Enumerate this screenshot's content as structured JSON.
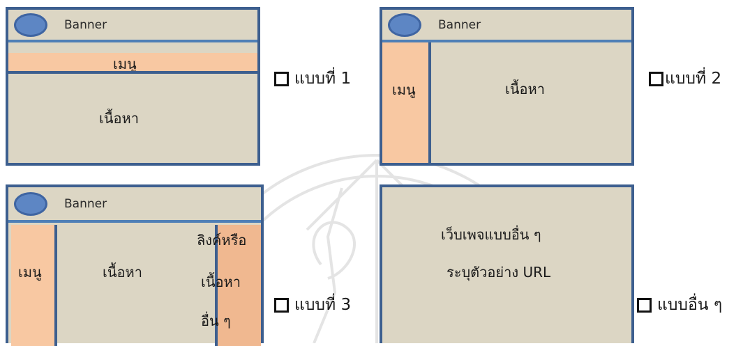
{
  "layouts": {
    "banner_label": "Banner",
    "menu_label": "เมนู",
    "content_label": "เนื้อหา",
    "links_line1": "ลิงค์หรือ",
    "links_line2": "เนื้อหา",
    "links_line3": "อื่น ๆ",
    "other_line1": "เว็บเพจแบบอื่น ๆ",
    "other_line2": "ระบุตัวอย่าง URL"
  },
  "options": [
    {
      "label": "แบบที่ 1",
      "checked": false
    },
    {
      "label": "แบบที่ 2",
      "checked": false
    },
    {
      "label": "แบบที่ 3",
      "checked": false
    },
    {
      "label": "แบบอื่น ๆ",
      "checked": false
    }
  ],
  "colors": {
    "box_fill": "#dcd6c4",
    "box_border": "#3d5f8f",
    "menu_fill": "#f8c8a2",
    "logo_fill": "#5d86c4"
  }
}
